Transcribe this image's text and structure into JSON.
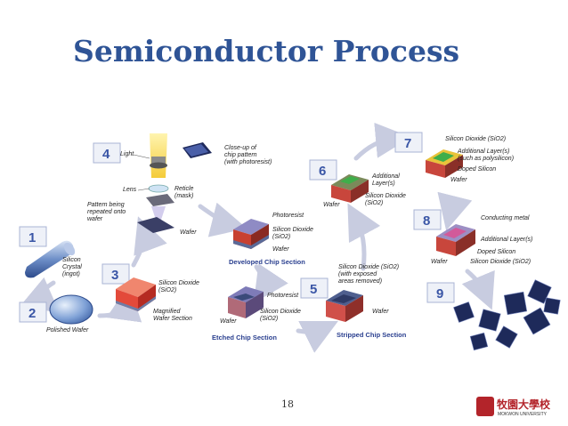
{
  "title": "Semiconductor Process",
  "page_number": "18",
  "logo": {
    "name_cn": "牧園大學校",
    "name_en": "MOKWON UNIVERSITY",
    "color": "#b3242a"
  },
  "colors": {
    "title": "#2f5496",
    "section": "#2a3f8f",
    "step_box": "#3a56a6",
    "arrow": "#c8cce0"
  },
  "steps": [
    "1",
    "2",
    "3",
    "4",
    "5",
    "6",
    "7",
    "8",
    "9"
  ],
  "labels": {
    "silicon_crystal": [
      "Silicon",
      "Crystal",
      "(ingot)"
    ],
    "polished_wafer": "Polished Wafer",
    "s3_sio2": [
      "Silicon Dioxide",
      "(SiO2)"
    ],
    "s3_magnified": [
      "Magnified",
      "Wafer Section"
    ],
    "light": "Light",
    "closeup": [
      "Close-up of",
      "chip pattern",
      "(with photoresist)"
    ],
    "lens": "Lens",
    "reticle": [
      "Reticle",
      "(mask)"
    ],
    "pattern": [
      "Pattern being",
      "repeated onto",
      "wafer"
    ],
    "s4_wafer": "Wafer",
    "dev_photoresist": "Photoresist",
    "dev_sio2": [
      "Silicon Dioxide",
      "(SiO2)"
    ],
    "dev_wafer": "Wafer",
    "developed_section": "Developed Chip Section",
    "etch_photoresist": "Photoresist",
    "etch_sio2": [
      "Silicon Dioxide",
      "(SiO2)"
    ],
    "etch_wafer": "Wafer",
    "etched_section": "Etched Chip Section",
    "strip_sio2": [
      "Silicon Dioxide (SiO2)",
      "(with exposed",
      "areas removed)"
    ],
    "strip_wafer": "Wafer",
    "stripped_section": "Stripped Chip Section",
    "s6_wafer": "Wafer",
    "s6_additional": [
      "Additional",
      "Layer(s)"
    ],
    "s6_sio2": [
      "Silicon Dioxide",
      "(SiO2)"
    ],
    "s7_sio2": "Silicon Dioxide (SiO2)",
    "s7_additional": [
      "Additional Layer(s)",
      "(such as polysilicon)"
    ],
    "s7_doped": "Doped Silicon",
    "s7_wafer": "Wafer",
    "s8_metal": "Conducting metal",
    "s8_additional": "Additional Layer(s)",
    "s8_doped": "Doped Silicon",
    "s8_sio2": "Silicon Dioxide (SiO2)",
    "s8_wafer": "Wafer"
  }
}
